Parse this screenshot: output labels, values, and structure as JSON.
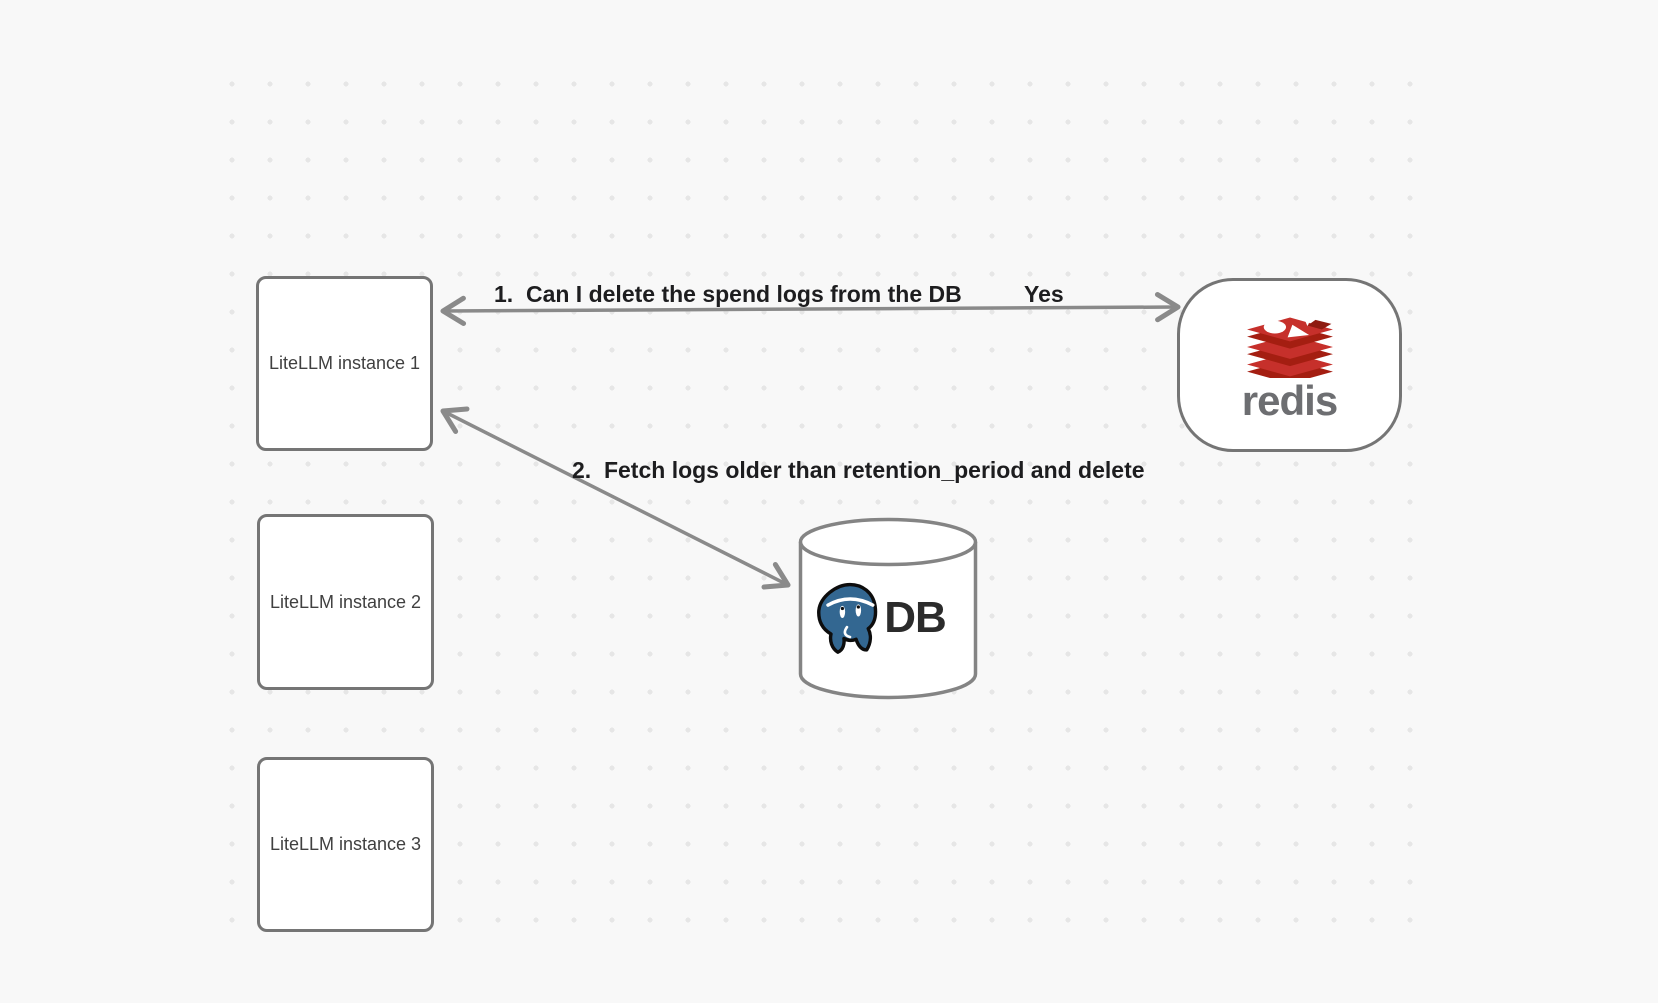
{
  "canvas": {
    "background_color": "#f8f8f8",
    "dot_color": "#e6e6e6"
  },
  "nodes": {
    "instance1": {
      "label": "LiteLLM instance 1"
    },
    "instance2": {
      "label": "LiteLLM instance 2"
    },
    "instance3": {
      "label": "LiteLLM instance 3"
    },
    "redis": {
      "wordmark": "redis",
      "icon": "redis-logo-icon",
      "brand_red": "#c6302b",
      "brand_red_dark": "#a41e11",
      "wordmark_color": "#6d6e71"
    },
    "db": {
      "label": "DB",
      "icon": "postgresql-icon",
      "postgres_blue": "#336791"
    }
  },
  "edges": [
    {
      "from": "redis",
      "to": "instance1",
      "label": "1.  Can I delete the spend logs from the DB",
      "response": "Yes",
      "style": "double-headed"
    },
    {
      "from": "instance1",
      "to": "db",
      "label": "2.  Fetch logs older than retention_period and delete",
      "style": "double-headed"
    }
  ],
  "colors": {
    "node_border": "#757575",
    "arrow": "#8a8a8a",
    "edge_label_text": "#1d1d1f",
    "node_label_text": "#404040",
    "db_text": "#2b2b2b"
  }
}
